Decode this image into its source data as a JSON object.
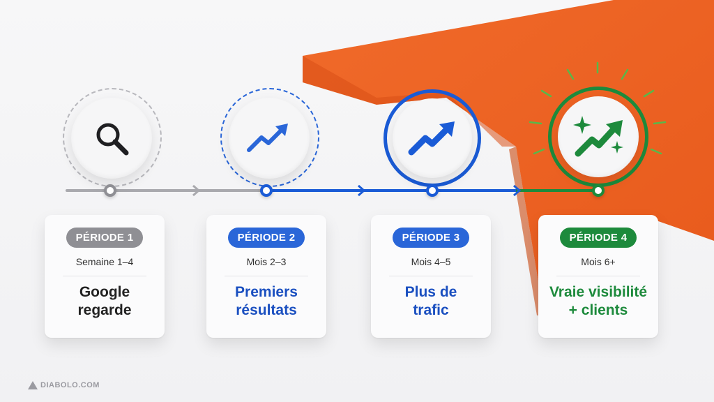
{
  "colors": {
    "gray": "#8f8f94",
    "blue": "#1a5bd6",
    "green": "#1d8a3c",
    "orange": "#ef6424",
    "text_dark": "#222222"
  },
  "steps": [
    {
      "badge": "PÉRIODE 1",
      "subtitle": "Semaine 1–4",
      "title_lines": [
        "Google",
        "regarde"
      ],
      "icon": "magnifier-icon"
    },
    {
      "badge": "PÉRIODE 2",
      "subtitle": "Mois 2–3",
      "title_lines": [
        "Premiers",
        "résultats"
      ],
      "icon": "trend-up-icon"
    },
    {
      "badge": "PÉRIODE 3",
      "subtitle": "Mois 4–5",
      "title_lines": [
        "Plus de",
        "trafic"
      ],
      "icon": "trend-up-icon"
    },
    {
      "badge": "PÉRIODE 4",
      "subtitle": "Mois 6+",
      "title_lines": [
        "Vraie visibilité",
        "+ clients"
      ],
      "icon": "trend-sparkle-icon"
    }
  ],
  "brand": {
    "logo_text": "DIABOLO.COM"
  }
}
